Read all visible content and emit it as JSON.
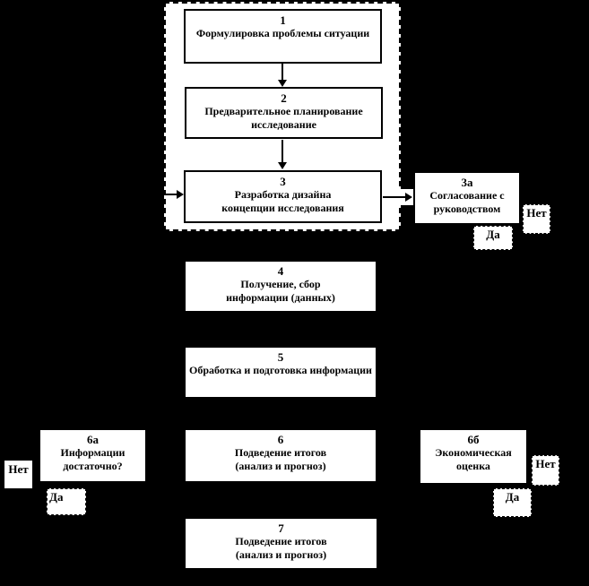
{
  "colors": {
    "background": "#000000",
    "box_fill": "#ffffff",
    "line": "#000000"
  },
  "boxes": {
    "b1": {
      "number": "1",
      "lines": [
        "Формулировка проблемы ситуации"
      ]
    },
    "b2": {
      "number": "2",
      "lines": [
        "Предварительное планирование",
        "исследование"
      ]
    },
    "b3": {
      "number": "3",
      "lines": [
        "Разработка дизайна",
        "концепции исследования"
      ]
    },
    "b3a": {
      "number": "3а",
      "lines": [
        "Согласование с",
        "руководством"
      ]
    },
    "b4": {
      "number": "4",
      "lines": [
        "Получение, сбор",
        "информации (данных)"
      ]
    },
    "b5": {
      "number": "5",
      "lines": [
        "Обработка и подготовка информации"
      ]
    },
    "b6a": {
      "number": "6а",
      "lines": [
        "Информации",
        "достаточно?"
      ]
    },
    "b6": {
      "number": "6",
      "lines": [
        "Подведение итогов",
        "(анализ и прогноз)"
      ]
    },
    "b6b": {
      "number": "6б",
      "lines": [
        "Экономическая",
        "оценка"
      ]
    },
    "b7": {
      "number": "7",
      "lines": [
        "Подведение итогов",
        "(анализ и прогноз)"
      ]
    }
  },
  "decision_labels": {
    "net_3a": "Нет",
    "da_3a": "Да",
    "net_6a": "Нет",
    "da_6a": "Да",
    "net_6b": "Нет",
    "da_6b": "Да"
  }
}
